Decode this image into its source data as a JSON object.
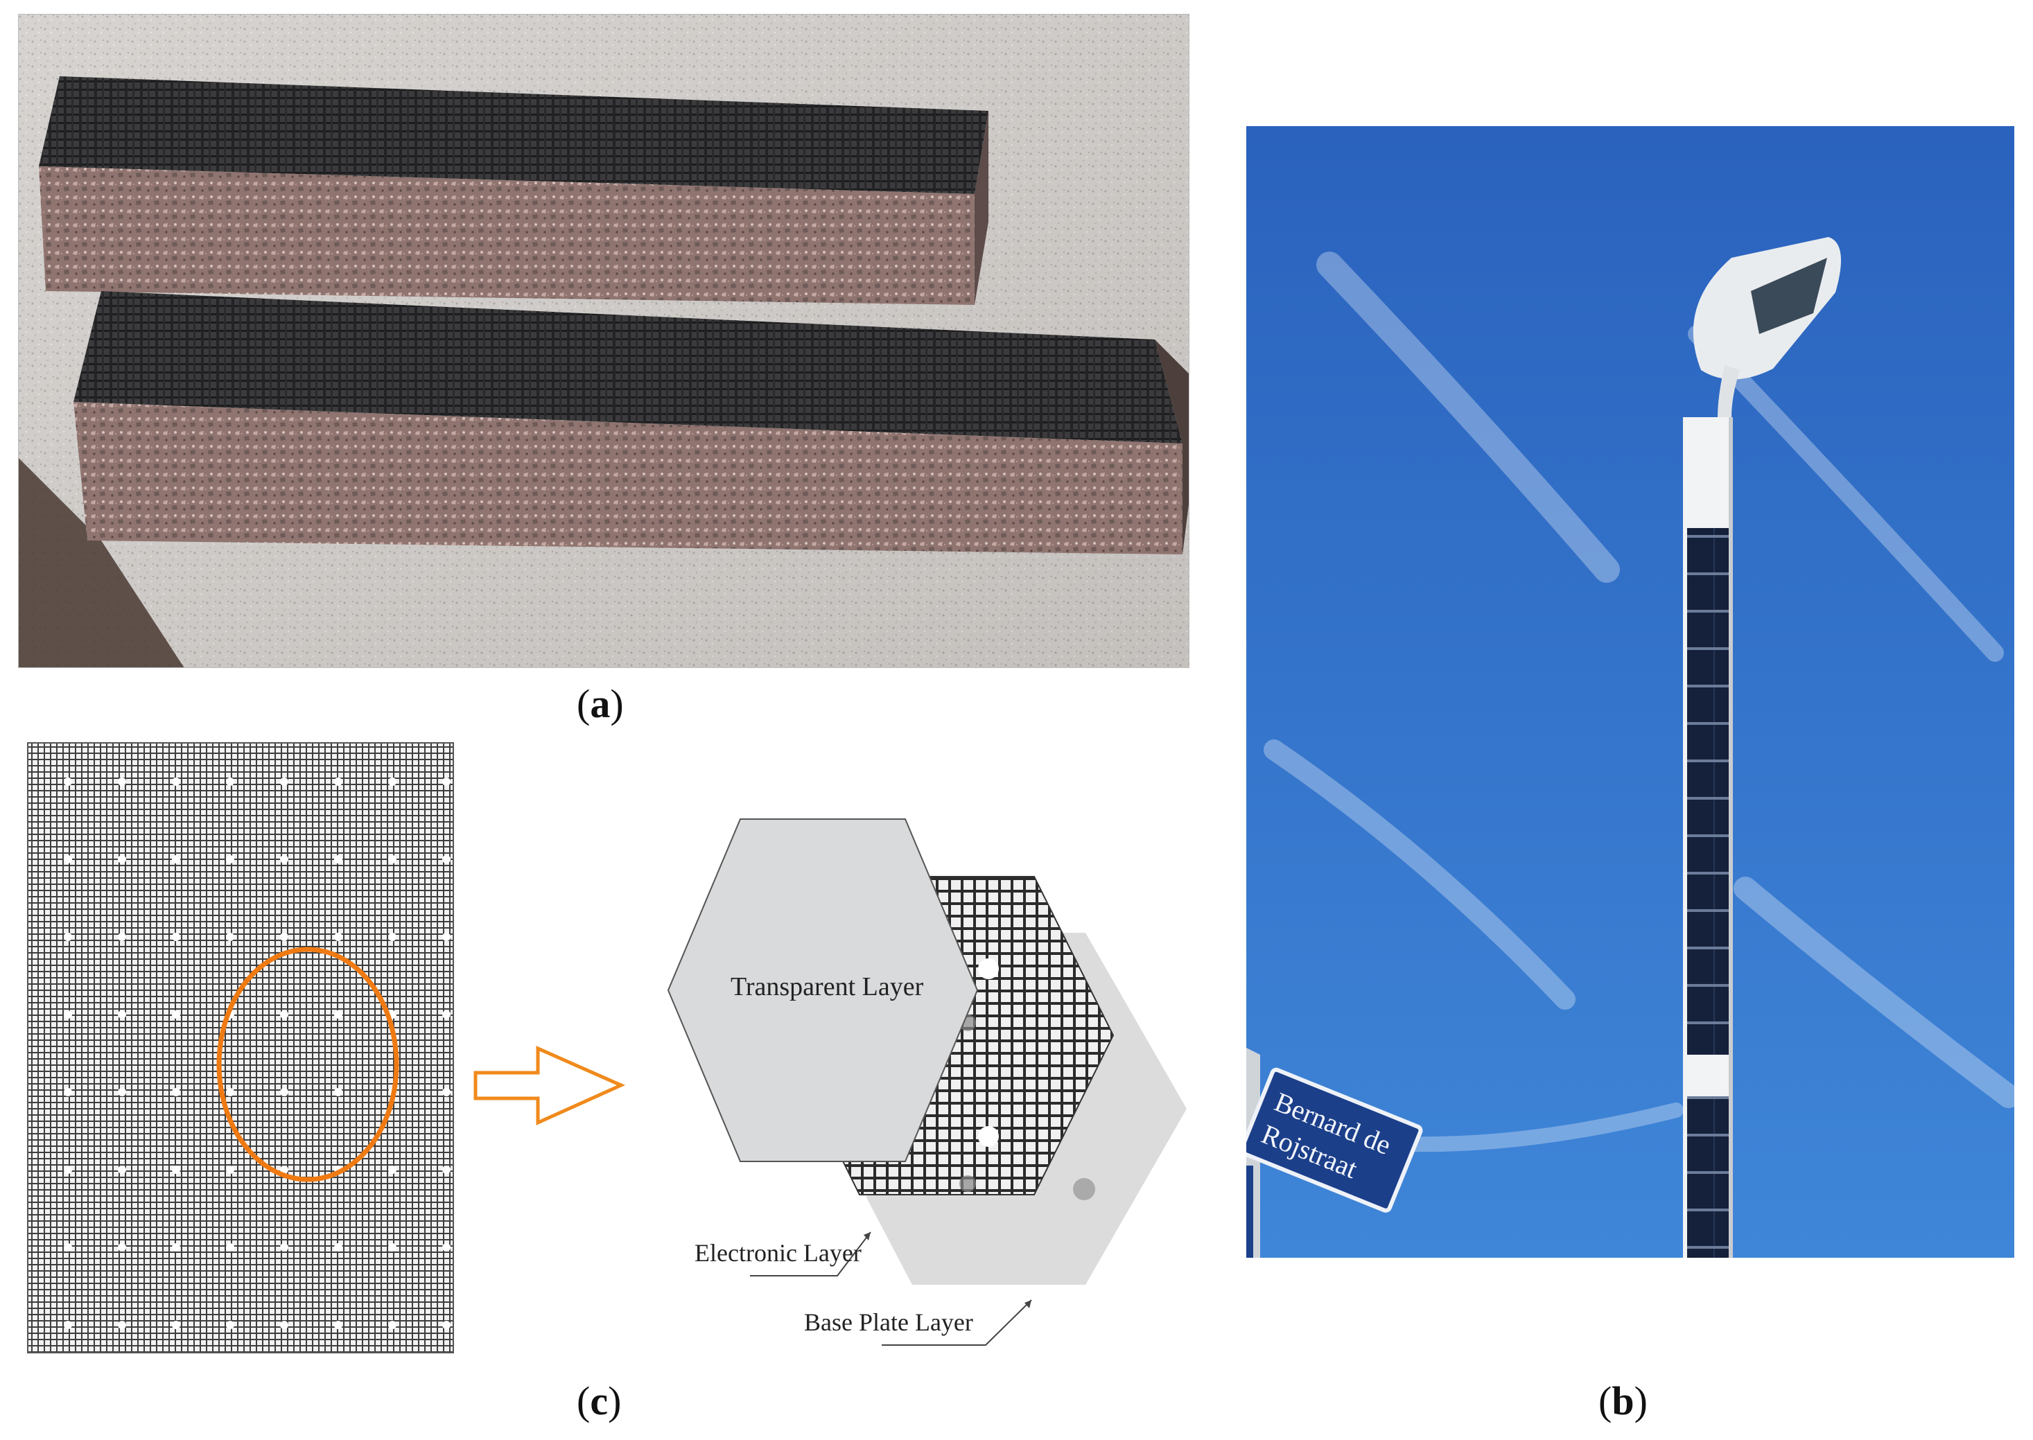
{
  "figure": {
    "panel_a": {
      "label_open": "(",
      "label_letter": "a",
      "label_close": ")"
    },
    "panel_b": {
      "label_open": "(",
      "label_letter": "b",
      "label_close": ")",
      "street_sign_line1": "Bernard de",
      "street_sign_line2": "Rojstraat"
    },
    "panel_c": {
      "label_open": "(",
      "label_letter": "c",
      "label_close": ")",
      "layers": {
        "transparent": "Transparent Layer",
        "electronic": "Electronic Layer",
        "base_plate": "Base Plate Layer"
      }
    }
  },
  "colors": {
    "arrow_outline": "#f08a1c",
    "highlight_ellipse": "#f07a12",
    "sky": "#2f6fc8",
    "sign_blue": "#1c3f8a"
  }
}
